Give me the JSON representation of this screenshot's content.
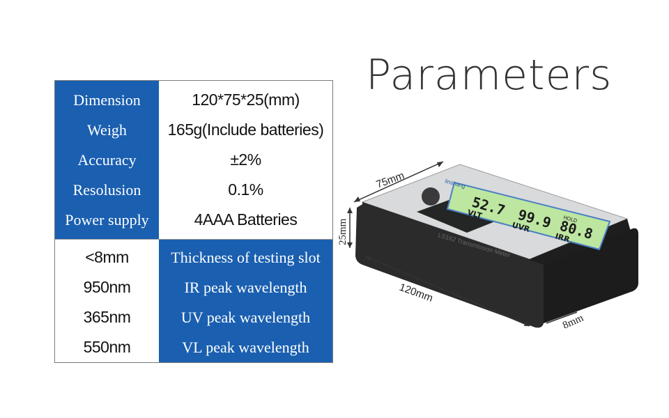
{
  "title": "Parameters",
  "specs": [
    {
      "label": "Dimension",
      "value": "120*75*25(mm)"
    },
    {
      "label": "Weigh",
      "value": "165g(Include batteries)"
    },
    {
      "label": "Accuracy",
      "value": "±2%"
    },
    {
      "label": "Resolusion",
      "value": "0.1%"
    },
    {
      "label": "Power supply",
      "value": "4AAA Batteries"
    }
  ],
  "wavelengths": [
    {
      "value": "<8mm",
      "label": "Thickness of testing slot"
    },
    {
      "value": "950nm",
      "label": "IR peak wavelength"
    },
    {
      "value": "365nm",
      "label": "UV peak wavelength"
    },
    {
      "value": "550nm",
      "label": "VL peak wavelength"
    }
  ],
  "device": {
    "dim_width": "75mm",
    "dim_height": "25mm",
    "dim_length": "120mm",
    "dim_slot": "8mm",
    "brand": "linshang",
    "model": "LS162  Transmission Meter",
    "lcd_vlt_value": "52.7",
    "lcd_uvr_value": "99.9",
    "lcd_irr_value": "80.8",
    "lcd_vlt_label": "VLT",
    "lcd_uvr_label": "UVR",
    "lcd_irr_label": "IRR",
    "lcd_hold": "HOLD"
  },
  "colors": {
    "blue": "#1a5fb0",
    "text": "#111111",
    "title": "#333333"
  }
}
